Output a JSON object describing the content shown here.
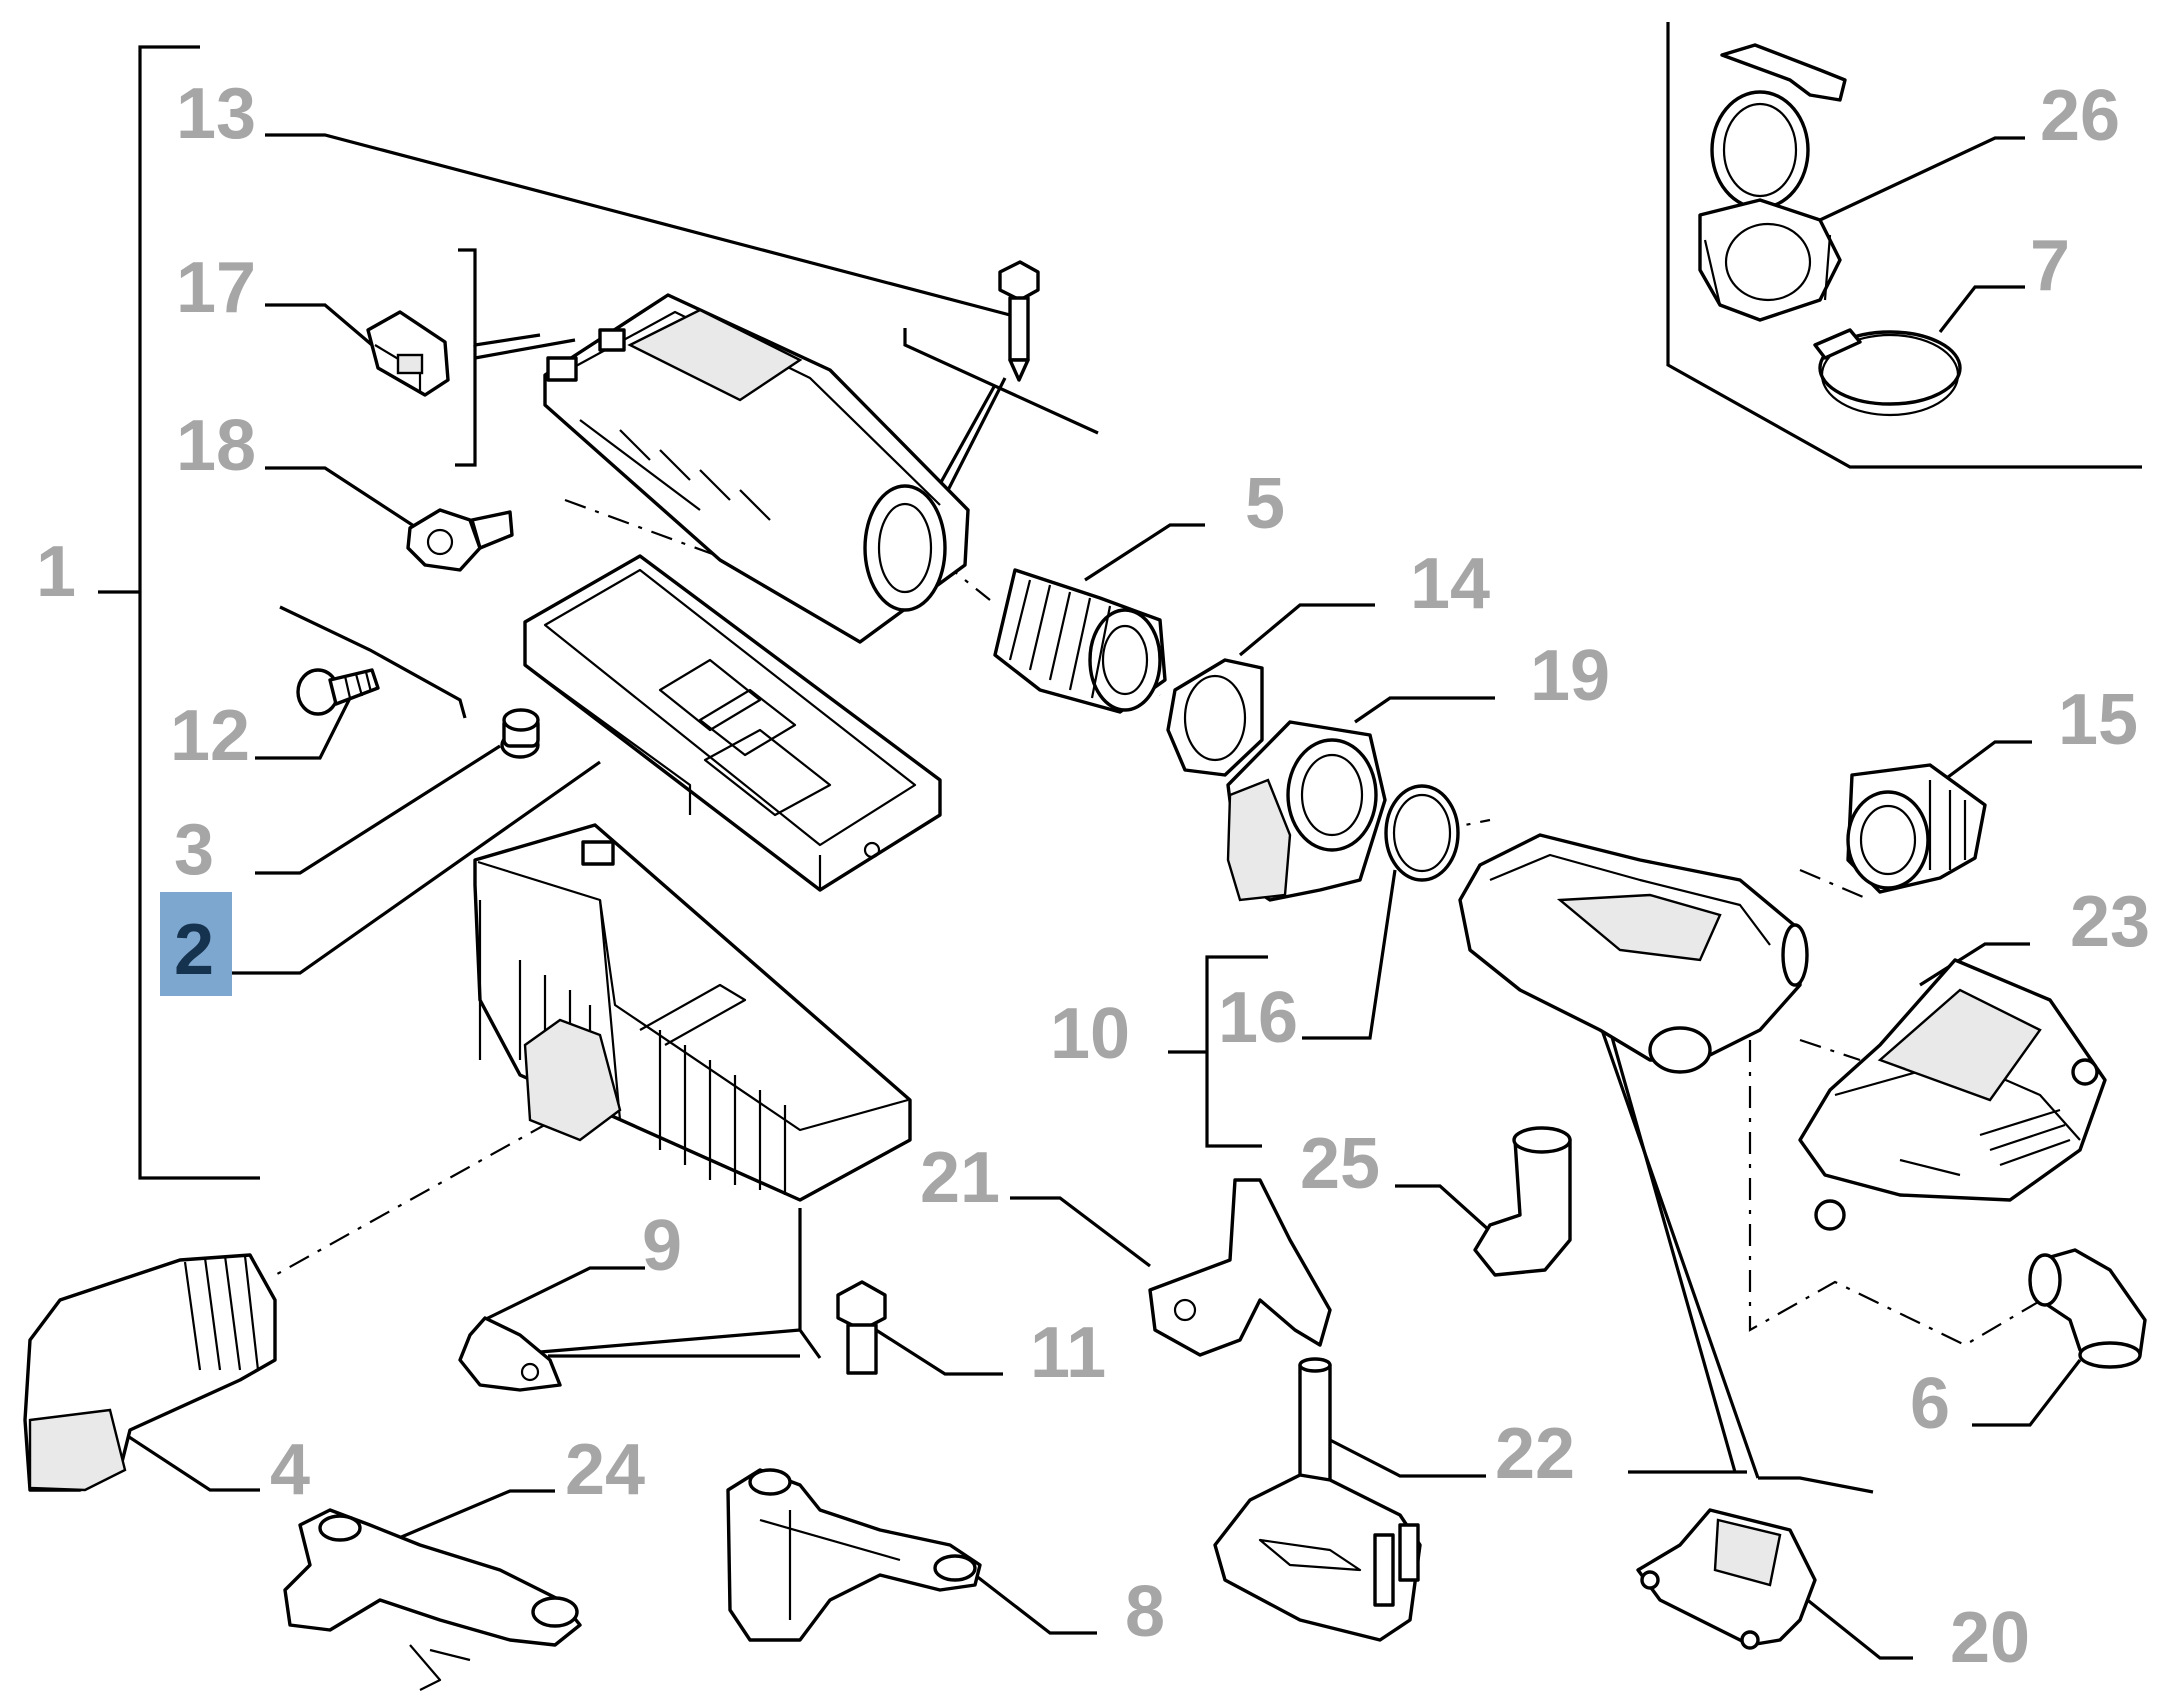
{
  "diagram": {
    "selected_callout": "2",
    "callouts": [
      "13",
      "17",
      "18",
      "1",
      "12",
      "3",
      "2",
      "5",
      "14",
      "19",
      "15",
      "23",
      "10",
      "16",
      "25",
      "21",
      "9",
      "11",
      "4",
      "24",
      "8",
      "22",
      "6",
      "20",
      "26",
      "7"
    ],
    "highlight_color": "#7ea7cf",
    "callout_color": "#a6a6a6",
    "selected_callout_color": "#15324f"
  }
}
